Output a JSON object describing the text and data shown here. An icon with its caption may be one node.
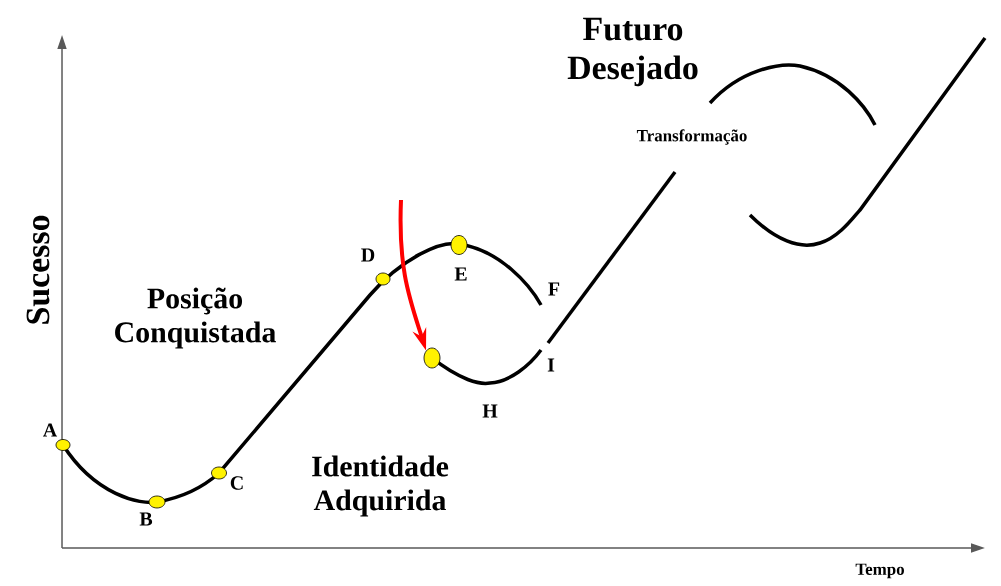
{
  "diagram": {
    "nodes": [
      {
        "text": [],
        "shape": "circle"
      },
      {
        "text": [],
        "shape": "circle"
      },
      {
        "text": [],
        "shape": "circle"
      },
      {
        "text": [],
        "shape": "circle"
      },
      {
        "text": [],
        "shape": "circle"
      },
      {
        "text": [],
        "shape": "circle"
      }
    ],
    "edges": [
      {
        "from": null,
        "to": 5,
        "arrow": "to",
        "color": "#ff0000"
      }
    ],
    "labels": [
      "Futuro Desejado",
      "Transformação",
      "Sucesso",
      "Posição Conquistada",
      "D",
      "E",
      "F",
      "I",
      "H",
      "A",
      "Identidade Adquirida",
      "C",
      "B",
      "Tempo"
    ]
  }
}
